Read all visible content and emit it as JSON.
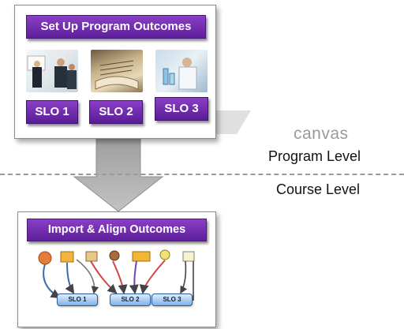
{
  "program_panel": {
    "title": "Set Up Program Outcomes",
    "outcomes": [
      "SLO 1",
      "SLO 2",
      "SLO 3"
    ],
    "photos": [
      "business-meeting-photo",
      "open-book-photo",
      "lab-scientist-photo"
    ]
  },
  "course_panel": {
    "title": "Import & Align Outcomes",
    "outcomes": [
      "SLO 1",
      "SLO 2",
      "SLO 3"
    ]
  },
  "labels": {
    "canvas": "canvas",
    "program_level": "Program Level",
    "course_level": "Course Level"
  },
  "colors": {
    "banner_purple": "#6a28aa",
    "arrow_gray": "#b5b5b5",
    "slo_blue": "#7fb0e6"
  }
}
